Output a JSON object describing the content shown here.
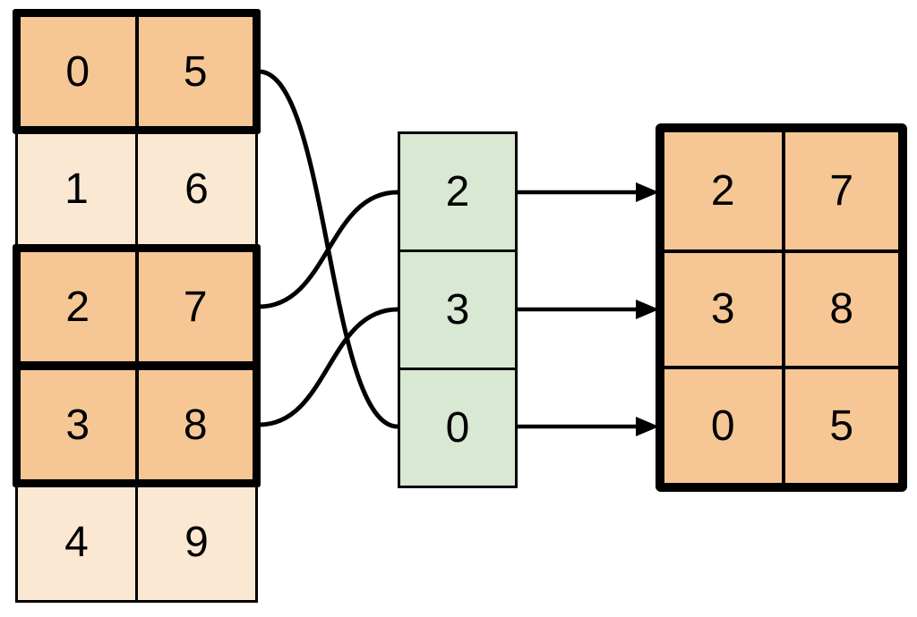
{
  "colors": {
    "highlight_fill": "#F6C795",
    "light_fill": "#FBE8D2",
    "index_fill": "#D8E8D3",
    "line": "#000000"
  },
  "source_table": {
    "rows": [
      {
        "cells": [
          "0",
          "5"
        ],
        "highlighted": true
      },
      {
        "cells": [
          "1",
          "6"
        ],
        "highlighted": false
      },
      {
        "cells": [
          "2",
          "7"
        ],
        "highlighted": true
      },
      {
        "cells": [
          "3",
          "8"
        ],
        "highlighted": true
      },
      {
        "cells": [
          "4",
          "9"
        ],
        "highlighted": false
      }
    ]
  },
  "index_column": {
    "cells": [
      "2",
      "3",
      "0"
    ]
  },
  "result_table": {
    "rows": [
      [
        "2",
        "7"
      ],
      [
        "3",
        "8"
      ],
      [
        "0",
        "5"
      ]
    ]
  },
  "connections": {
    "curves": [
      {
        "from_source_row": 0,
        "to_index_cell": 2
      },
      {
        "from_source_row": 2,
        "to_index_cell": 0
      },
      {
        "from_source_row": 3,
        "to_index_cell": 1
      }
    ],
    "arrows": [
      {
        "from_index_cell": 0,
        "to_result_row": 0
      },
      {
        "from_index_cell": 1,
        "to_result_row": 1
      },
      {
        "from_index_cell": 2,
        "to_result_row": 2
      }
    ]
  }
}
